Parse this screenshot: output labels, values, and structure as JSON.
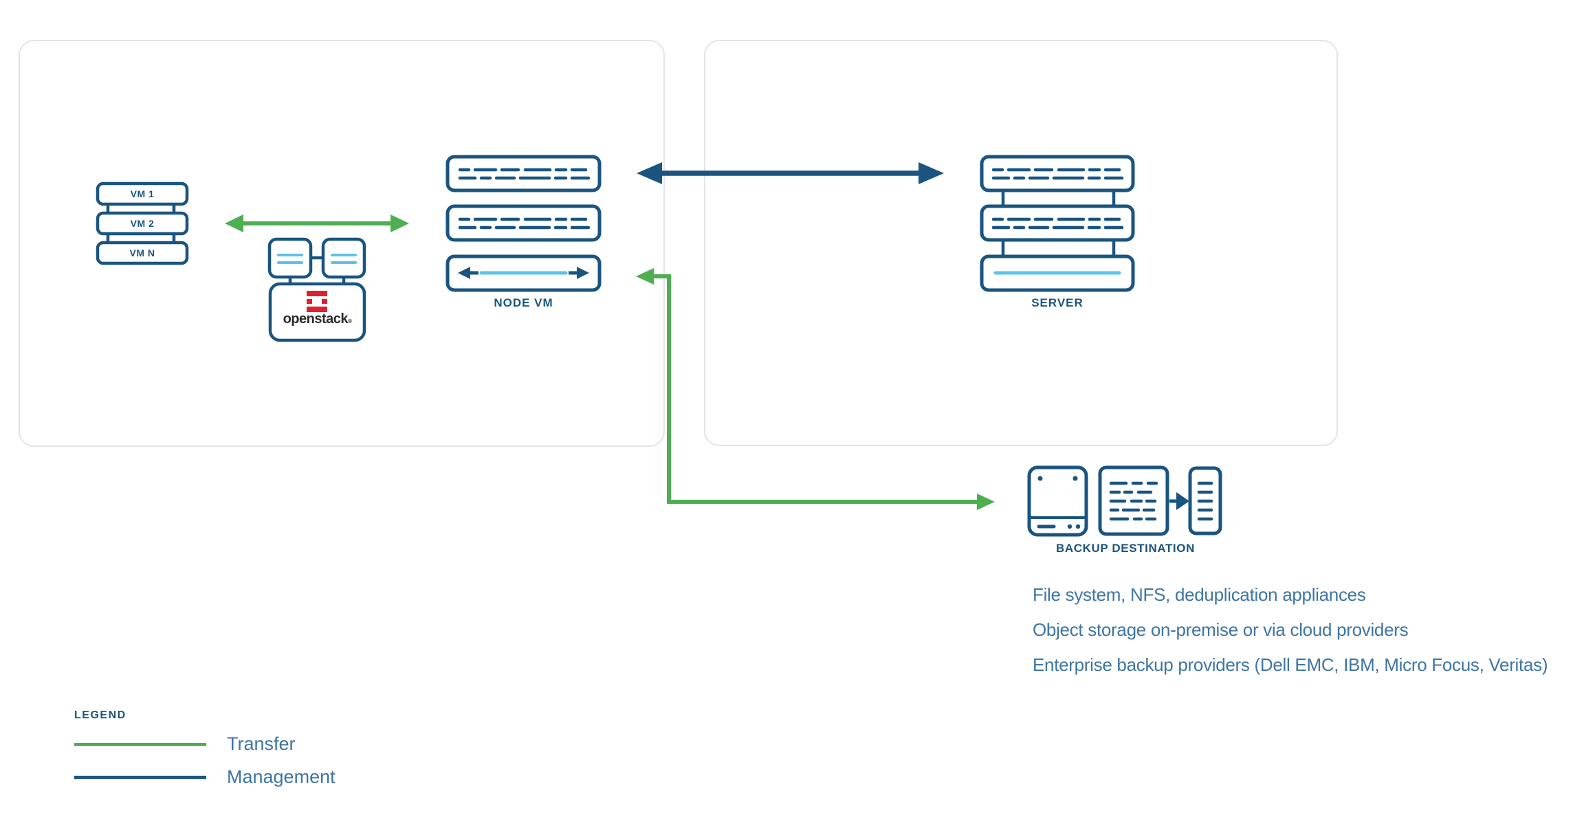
{
  "colors": {
    "navy": "#1a5480",
    "green": "#4dae52",
    "light_blue": "#5bc2e8",
    "steel_text": "#3e75a5",
    "panel_border": "#e4e4e4",
    "openstack_red": "#dd2032",
    "openstack_text": "#2e2a2b"
  },
  "left_panel": {
    "vm_stack": {
      "items": [
        "VM 1",
        "VM 2",
        "VM N"
      ]
    },
    "openstack": {
      "label": "openstack",
      "trademark": "®"
    },
    "node_vm": {
      "label": "NODE VM"
    }
  },
  "right_panel": {
    "server": {
      "label": "SERVER"
    }
  },
  "backup": {
    "label": "BACKUP DESTINATION",
    "lines": [
      "File system, NFS, deduplication appliances",
      "Object storage on-premise or via cloud providers",
      "Enterprise backup providers (Dell EMC, IBM, Micro Focus, Veritas)"
    ]
  },
  "legend": {
    "title": "LEGEND",
    "items": [
      {
        "label": "Transfer",
        "color": "#4dae52"
      },
      {
        "label": "Management",
        "color": "#1a5480"
      }
    ]
  }
}
